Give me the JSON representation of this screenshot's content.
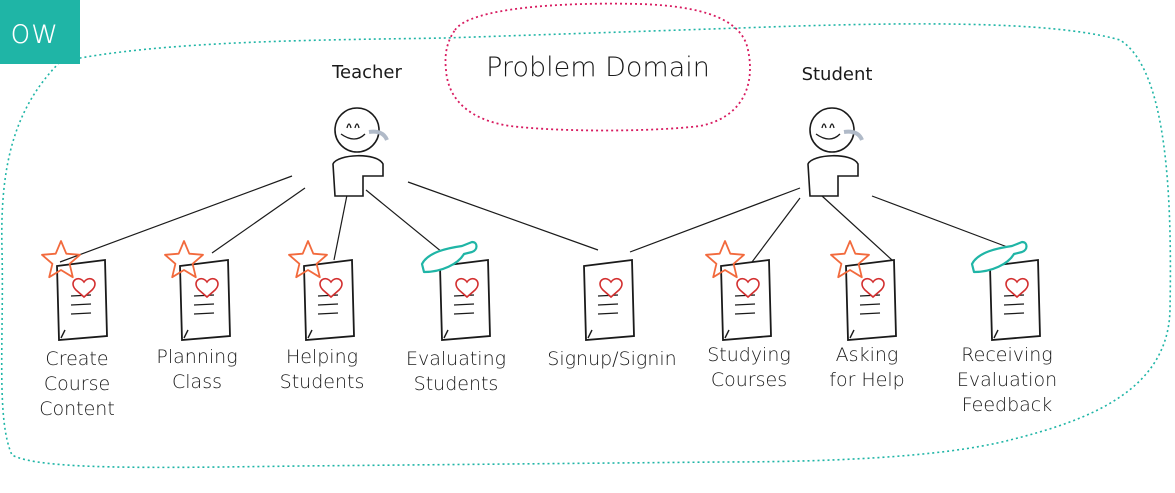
{
  "corner_tab": {
    "text": "ow"
  },
  "domain": {
    "title": "Problem Domain"
  },
  "actors": [
    {
      "id": "teacher",
      "label": "Teacher"
    },
    {
      "id": "student",
      "label": "Student"
    }
  ],
  "use_cases": [
    {
      "label": "Create\nCourse\nContent",
      "marker": "star"
    },
    {
      "label": "Planning\nClass",
      "marker": "star"
    },
    {
      "label": "Helping\nStudents",
      "marker": "star"
    },
    {
      "label": "Evaluating\nStudents",
      "marker": "hand"
    },
    {
      "label": "Signup/Signin",
      "marker": "none"
    },
    {
      "label": "Studying\nCourses",
      "marker": "star"
    },
    {
      "label": "Asking\nfor Help",
      "marker": "star"
    },
    {
      "label": "Receiving\nEvaluation\nFeedback",
      "marker": "hand"
    }
  ],
  "colors": {
    "boundary": "#1fb5a6",
    "domain_outline": "#d81b60",
    "star": "#f26a3d",
    "hand": "#1fb5a6",
    "heart": "#d32f2f",
    "ink": "#1a1a1a"
  }
}
